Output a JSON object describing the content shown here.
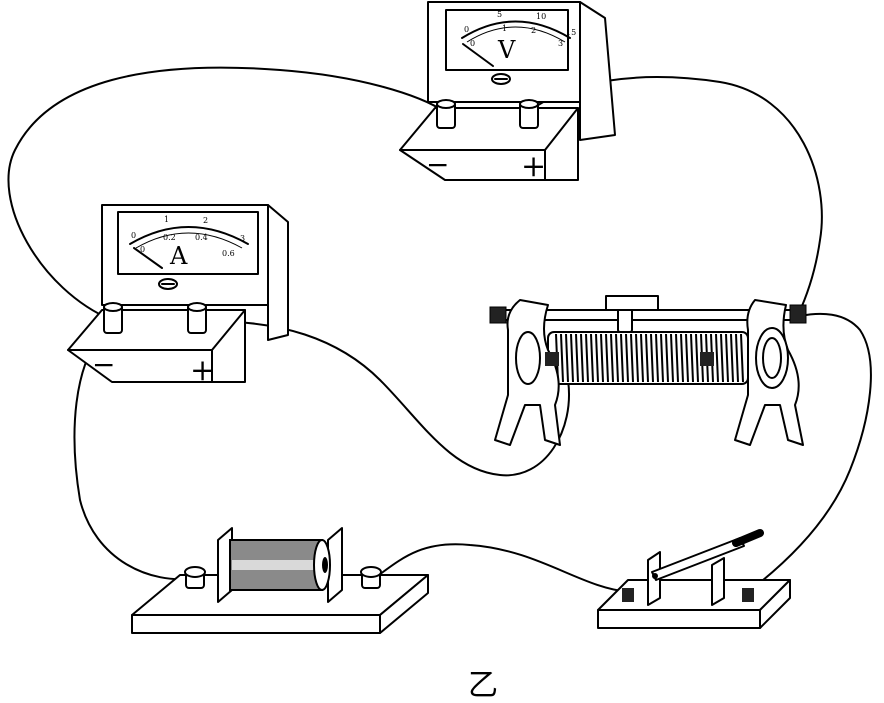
{
  "voltmeter": {
    "symbol": "V",
    "scale_top": [
      "0",
      "5",
      "10",
      "15"
    ],
    "scale_bottom": [
      "0",
      "1",
      "2",
      "3"
    ],
    "terminal_minus": "−",
    "terminal_plus": "+"
  },
  "ammeter": {
    "symbol": "A",
    "scale_top": [
      "0",
      "1",
      "2",
      "3"
    ],
    "scale_bottom": [
      "0",
      "0.2",
      "0.4",
      "0.6"
    ],
    "terminal_minus": "−",
    "terminal_plus": "+"
  },
  "caption": "乙"
}
